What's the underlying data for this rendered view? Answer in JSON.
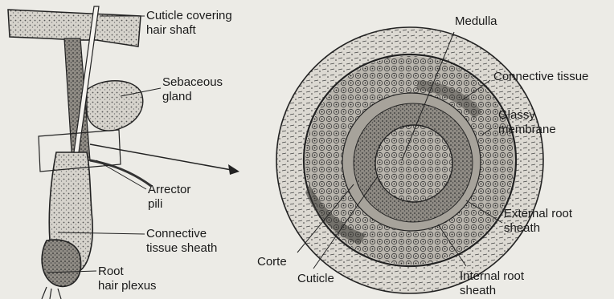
{
  "diagram": {
    "left_figure": {
      "labels": {
        "cuticle_line1": "Cuticle covering",
        "cuticle_line2": "hair shaft",
        "sebaceous_line1": "Sebaceous",
        "sebaceous_line2": "gland",
        "arrector_line1": "Arrector",
        "arrector_line2": "pili",
        "connective_sheath_line1": "Connective",
        "connective_sheath_line2": "tissue sheath",
        "root_plexus_line1": "Root",
        "root_plexus_line2": "hair plexus"
      }
    },
    "right_figure": {
      "labels": {
        "medulla": "Medulla",
        "connective_tissue": "Connective tissue",
        "glassy_line1": "Glassy",
        "glassy_line2": "membrane",
        "external_root_line1": "External root",
        "external_root_line2": "sheath",
        "internal_root_line1": "Internal root",
        "internal_root_line2": "sheath",
        "cuticle": "Cuticle",
        "corte": "Corte"
      }
    }
  }
}
